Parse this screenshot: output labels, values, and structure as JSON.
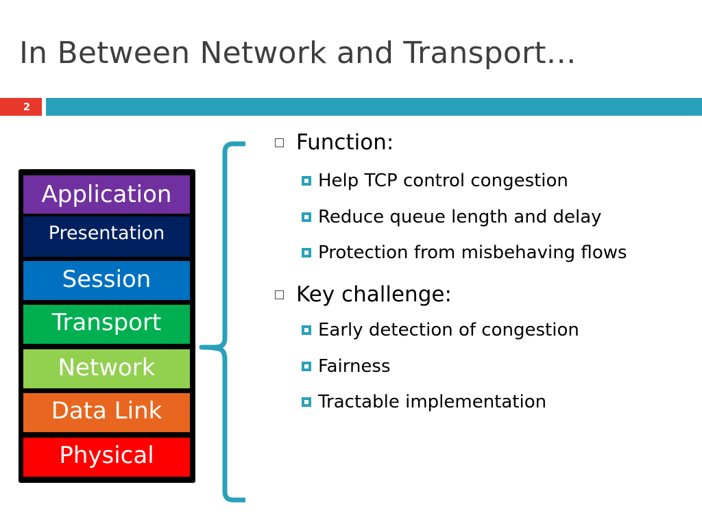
{
  "slide": {
    "title": "In Between Network and Transport…",
    "number": "2"
  },
  "layers": [
    {
      "label": "Application",
      "color": "#7030a0"
    },
    {
      "label": "Presentation",
      "color": "#002060"
    },
    {
      "label": "Session",
      "color": "#0070c0"
    },
    {
      "label": "Transport",
      "color": "#00b050"
    },
    {
      "label": "Network",
      "color": "#92d050"
    },
    {
      "label": "Data Link",
      "color": "#e8661f"
    },
    {
      "label": "Physical",
      "color": "#ff0000"
    }
  ],
  "bullets": [
    {
      "text": "Function:",
      "items": [
        "Help TCP control congestion",
        "Reduce queue length and delay",
        "Protection from misbehaving flows"
      ]
    },
    {
      "text": "Key challenge:",
      "items": [
        "Early detection of congestion",
        "Fairness",
        "Tractable implementation"
      ]
    }
  ],
  "colors": {
    "accent_red": "#e8372b",
    "accent_teal": "#2aa1bb",
    "title_text": "#3f3f3f"
  },
  "icons": {
    "level1_bullet": "hollow-square-icon",
    "level2_bullet": "teal-square-bullet-icon",
    "bracket": "curly-brace-icon"
  }
}
